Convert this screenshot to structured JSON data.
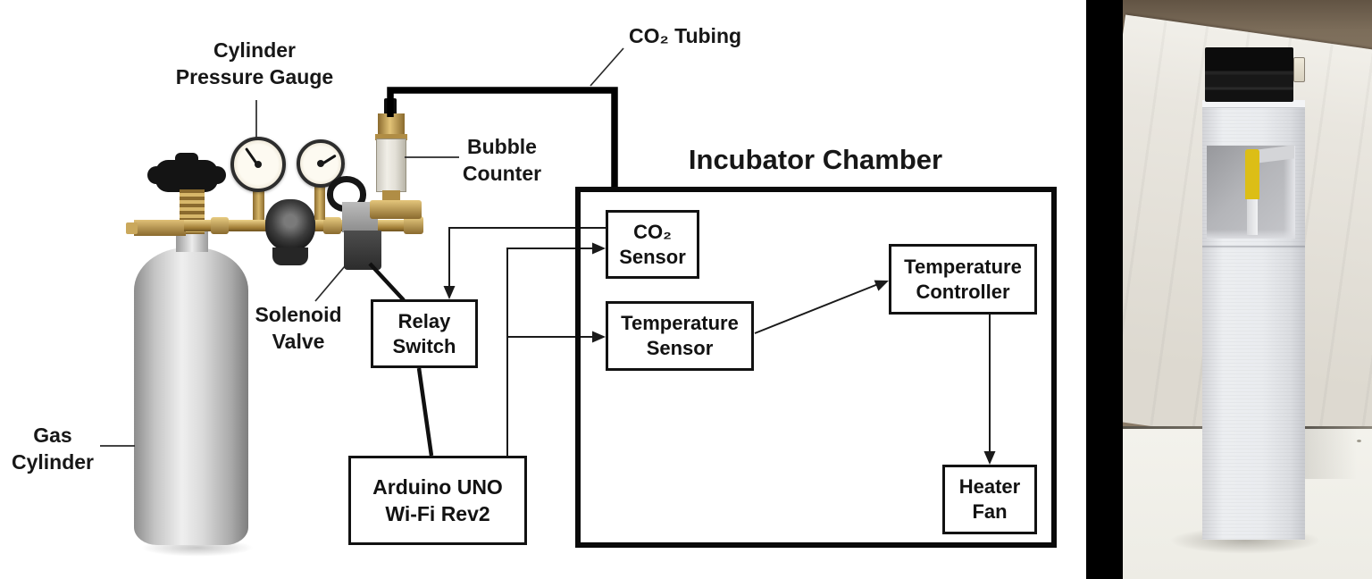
{
  "figure": {
    "type": "system-diagram-with-photo",
    "chamber_title": "Incubator Chamber"
  },
  "diagram": {
    "labels": {
      "cylinder_pressure_gauge_line1": "Cylinder",
      "cylinder_pressure_gauge_line2": "Pressure Gauge",
      "co2_tubing": "CO₂ Tubing",
      "bubble_counter_line1": "Bubble",
      "bubble_counter_line2": "Counter",
      "solenoid_valve_line1": "Solenoid",
      "solenoid_valve_line2": "Valve",
      "gas_cylinder_line1": "Gas",
      "gas_cylinder_line2": "Cylinder",
      "incubator_chamber_title": "Incubator Chamber"
    },
    "boxes": {
      "co2_sensor_line1": "CO₂",
      "co2_sensor_line2": "Sensor",
      "temperature_sensor_line1": "Temperature",
      "temperature_sensor_line2": "Sensor",
      "temperature_controller_line1": "Temperature",
      "temperature_controller_line2": "Controller",
      "heater_fan_line1": "Heater",
      "heater_fan_line2": "Fan",
      "relay_switch_line1": "Relay",
      "relay_switch_line2": "Switch",
      "arduino_line1": "Arduino UNO",
      "arduino_line2": "Wi-Fi Rev2"
    }
  },
  "colors": {
    "diagram_background": "#ffffff",
    "line_black": "#111111",
    "brass_fitting": "#c3a055",
    "cylinder_silver": "#c9c9c9",
    "divider_black": "#000000",
    "photo_wall_brown": "#7c6d5a",
    "photo_box_white": "#e9e6df",
    "photo_table_white": "#f2f1ec",
    "tower_gray": "#e6e8ec",
    "probe_yellow": "#dcbe16",
    "device_black": "#161616"
  }
}
